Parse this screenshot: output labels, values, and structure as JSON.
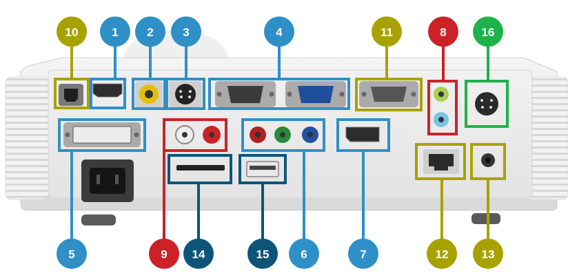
{
  "palette": {
    "blue": "#2f8fc7",
    "olive": "#a8a200",
    "red": "#cc2127",
    "green": "#1db34a",
    "navy": "#0d5578"
  },
  "callouts": [
    {
      "id": "1",
      "color": "blue"
    },
    {
      "id": "2",
      "color": "blue"
    },
    {
      "id": "3",
      "color": "blue"
    },
    {
      "id": "4",
      "color": "blue"
    },
    {
      "id": "5",
      "color": "blue"
    },
    {
      "id": "6",
      "color": "blue"
    },
    {
      "id": "7",
      "color": "blue"
    },
    {
      "id": "8",
      "color": "red"
    },
    {
      "id": "9",
      "color": "red"
    },
    {
      "id": "10",
      "color": "olive"
    },
    {
      "id": "11",
      "color": "olive"
    },
    {
      "id": "12",
      "color": "olive"
    },
    {
      "id": "13",
      "color": "olive"
    },
    {
      "id": "14",
      "color": "navy"
    },
    {
      "id": "15",
      "color": "navy"
    },
    {
      "id": "16",
      "color": "green"
    }
  ]
}
